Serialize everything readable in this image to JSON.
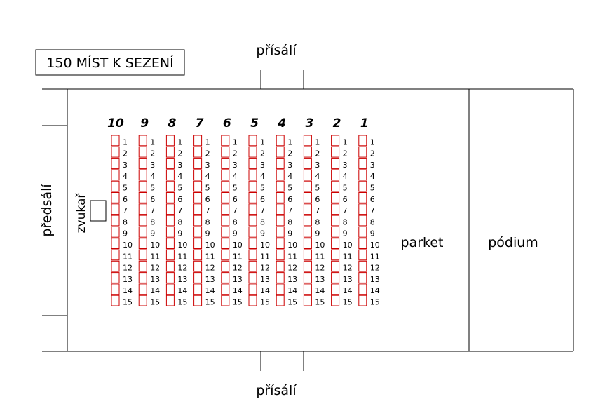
{
  "title_box": {
    "text": "150 MÍST K SEZENÍ"
  },
  "labels": {
    "entrance_top": "přísálí",
    "entrance_bottom": "přísálí",
    "foyer": "předsálí",
    "sound": "zvukař",
    "dance_floor": "parket",
    "stage": "pódium"
  },
  "rows": [
    "10",
    "9",
    "8",
    "7",
    "6",
    "5",
    "4",
    "3",
    "2",
    "1"
  ],
  "seat_numbers": [
    "1",
    "2",
    "3",
    "4",
    "5",
    "6",
    "7",
    "8",
    "9",
    "10",
    "11",
    "12",
    "13",
    "14",
    "15"
  ],
  "colors": {
    "lines": "#000000",
    "seat": "#cc0000",
    "background": "#ffffff"
  }
}
